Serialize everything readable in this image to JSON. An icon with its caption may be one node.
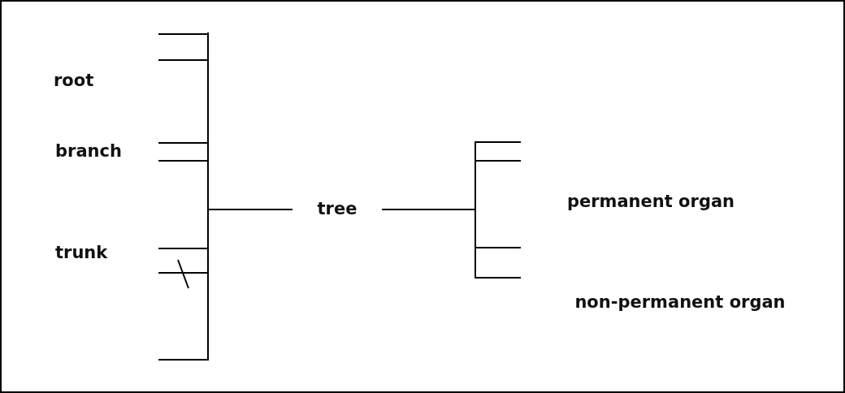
{
  "diagram": {
    "nodes": [
      {
        "text": [
          "root"
        ]
      },
      {
        "text": [
          "branch"
        ]
      },
      {
        "text": [
          "trunk"
        ]
      },
      {
        "text": [
          "tree"
        ]
      },
      {
        "text": [
          "permanent organ"
        ]
      },
      {
        "text": [
          "non-permanent organ"
        ]
      }
    ],
    "edges": [
      {
        "from": 3,
        "to": 0,
        "arrow": "none"
      },
      {
        "from": 3,
        "to": 1,
        "arrow": "none"
      },
      {
        "from": 3,
        "to": 2,
        "arrow": "none"
      },
      {
        "from": 3,
        "to": 4,
        "arrow": "none"
      },
      {
        "from": 3,
        "to": 5,
        "arrow": "none"
      }
    ]
  }
}
